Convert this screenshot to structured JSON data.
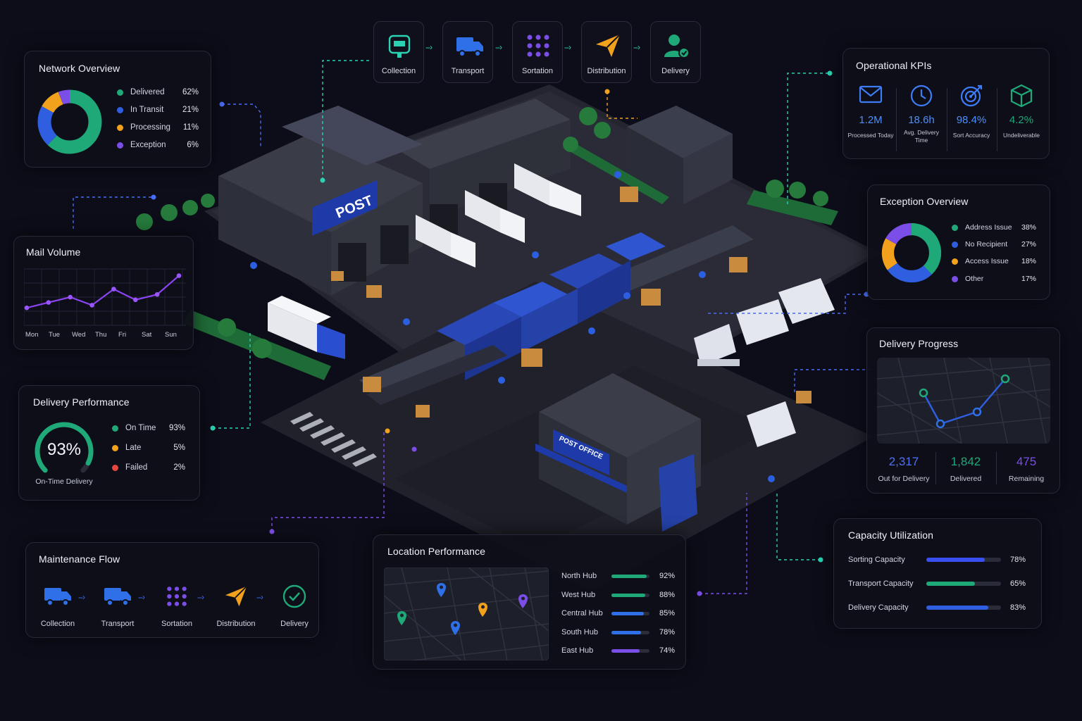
{
  "colors": {
    "green": "#1fa878",
    "blue": "#2f5fe0",
    "orange": "#f2a11d",
    "purple": "#7c4ee8",
    "red": "#e8453c",
    "teal": "#2ad1b3",
    "accent_blue": "#4f8ff7"
  },
  "top_flow": {
    "steps": [
      {
        "label": "Collection",
        "icon": "mailbox-icon"
      },
      {
        "label": "Transport",
        "icon": "truck-icon"
      },
      {
        "label": "Sortation",
        "icon": "grid-dots-icon"
      },
      {
        "label": "Distribution",
        "icon": "paper-plane-icon"
      },
      {
        "label": "Delivery",
        "icon": "user-check-icon"
      }
    ]
  },
  "network_overview": {
    "title": "Network Overview",
    "items": [
      {
        "label": "Delivered",
        "pct": "62%",
        "value": 62,
        "color": "#1fa878"
      },
      {
        "label": "In Transit",
        "pct": "21%",
        "value": 21,
        "color": "#2f5fe0"
      },
      {
        "label": "Processing",
        "pct": "11%",
        "value": 11,
        "color": "#f2a11d"
      },
      {
        "label": "Exception",
        "pct": "6%",
        "value": 6,
        "color": "#7c4ee8"
      }
    ]
  },
  "operational_kpis": {
    "title": "Operational KPIs",
    "items": [
      {
        "value": "1.2M",
        "label": "Processed Today",
        "icon": "envelope-icon"
      },
      {
        "value": "18.6h",
        "label": "Avg. Delivery Time",
        "icon": "clock-icon"
      },
      {
        "value": "98.4%",
        "label": "Sort Accuracy",
        "icon": "target-icon"
      },
      {
        "value": "4.2%",
        "label": "Undeliverable",
        "icon": "box-icon"
      }
    ]
  },
  "mail_volume": {
    "title": "Mail Volume",
    "days": [
      "Mon",
      "Tue",
      "Wed",
      "Thu",
      "Fri",
      "Sat",
      "Sun"
    ],
    "values": [
      6,
      8,
      10,
      7,
      13,
      9,
      11,
      18
    ]
  },
  "exception_overview": {
    "title": "Exception Overview",
    "items": [
      {
        "label": "Address Issue",
        "pct": "38%",
        "value": 38,
        "color": "#1fa878"
      },
      {
        "label": "No Recipient",
        "pct": "27%",
        "value": 27,
        "color": "#2f5fe0"
      },
      {
        "label": "Access Issue",
        "pct": "18%",
        "value": 18,
        "color": "#f2a11d"
      },
      {
        "label": "Other",
        "pct": "17%",
        "value": 17,
        "color": "#7c4ee8"
      }
    ]
  },
  "delivery_performance": {
    "title": "Delivery Performance",
    "gauge_value": "93%",
    "gauge_fraction": 0.93,
    "gauge_label": "On-Time Delivery",
    "items": [
      {
        "label": "On Time",
        "pct": "93%",
        "color": "#1fa878"
      },
      {
        "label": "Late",
        "pct": "5%",
        "color": "#f2a11d"
      },
      {
        "label": "Failed",
        "pct": "2%",
        "color": "#e8453c"
      }
    ]
  },
  "delivery_progress": {
    "title": "Delivery Progress",
    "stats": [
      {
        "value": "2,317",
        "label": "Out for Delivery",
        "color": "#4f6ff7"
      },
      {
        "value": "1,842",
        "label": "Delivered",
        "color": "#1fa878"
      },
      {
        "value": "475",
        "label": "Remaining",
        "color": "#7c4ee8"
      }
    ]
  },
  "maintenance_flow": {
    "title": "Maintenance Flow",
    "steps": [
      {
        "label": "Collection",
        "icon": "truck-icon"
      },
      {
        "label": "Transport",
        "icon": "truck-icon"
      },
      {
        "label": "Sortation",
        "icon": "grid-dots-icon"
      },
      {
        "label": "Distribution",
        "icon": "paper-plane-icon"
      },
      {
        "label": "Delivery",
        "icon": "check-circle-icon"
      }
    ]
  },
  "location_performance": {
    "title": "Location Performance",
    "hubs": [
      {
        "label": "North Hub",
        "pct": "92%",
        "value": 92,
        "color": "#1fa878"
      },
      {
        "label": "West Hub",
        "pct": "88%",
        "value": 88,
        "color": "#1fa878"
      },
      {
        "label": "Central Hub",
        "pct": "85%",
        "value": 85,
        "color": "#2f6fe8"
      },
      {
        "label": "South Hub",
        "pct": "78%",
        "value": 78,
        "color": "#2f6fe8"
      },
      {
        "label": "East Hub",
        "pct": "74%",
        "value": 74,
        "color": "#7c4ee8"
      }
    ]
  },
  "capacity_utilization": {
    "title": "Capacity Utilization",
    "items": [
      {
        "label": "Sorting Capacity",
        "pct": "78%",
        "value": 78,
        "color": "#3a4ff0"
      },
      {
        "label": "Transport Capacity",
        "pct": "65%",
        "value": 65,
        "color": "#1fa878"
      },
      {
        "label": "Delivery Capacity",
        "pct": "83%",
        "value": 83,
        "color": "#2f5fe0"
      }
    ]
  },
  "scene": {
    "building_sign": "POST",
    "office_sign": "POST OFFICE"
  }
}
